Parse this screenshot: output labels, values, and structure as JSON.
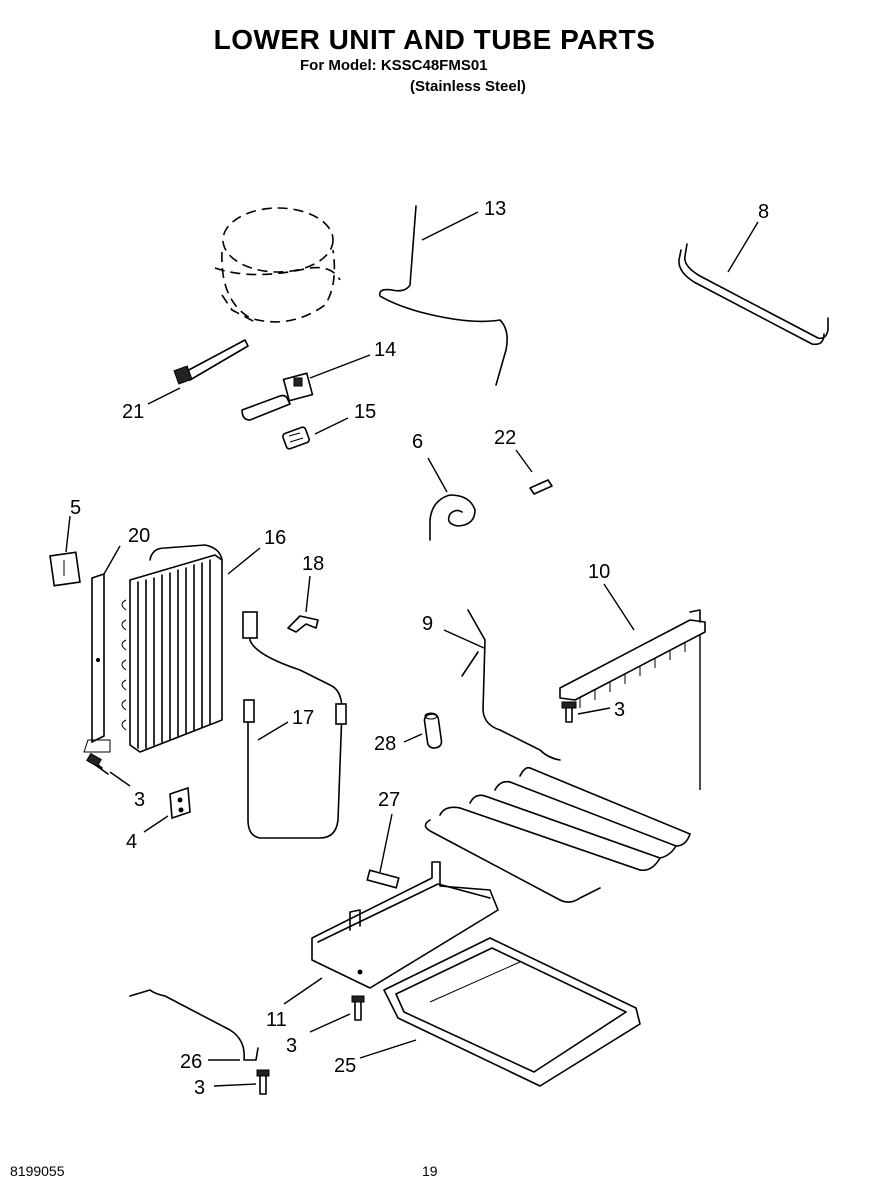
{
  "header": {
    "title": "LOWER UNIT AND TUBE PARTS",
    "model": "For Model: KSSC48FMS01",
    "variant": "(Stainless Steel)"
  },
  "footer": {
    "doc_number": "8199055",
    "page_number": "19"
  },
  "callouts": {
    "c13": "13",
    "c8": "8",
    "c14": "14",
    "c21": "21",
    "c15": "15",
    "c6": "6",
    "c22": "22",
    "c5": "5",
    "c20": "20",
    "c16": "16",
    "c18": "18",
    "c10": "10",
    "c9": "9",
    "c3a": "3",
    "c17": "17",
    "c28": "28",
    "c3b": "3",
    "c27": "27",
    "c4": "4",
    "c11": "11",
    "c3c": "3",
    "c25": "25",
    "c26": "26",
    "c3d": "3"
  }
}
